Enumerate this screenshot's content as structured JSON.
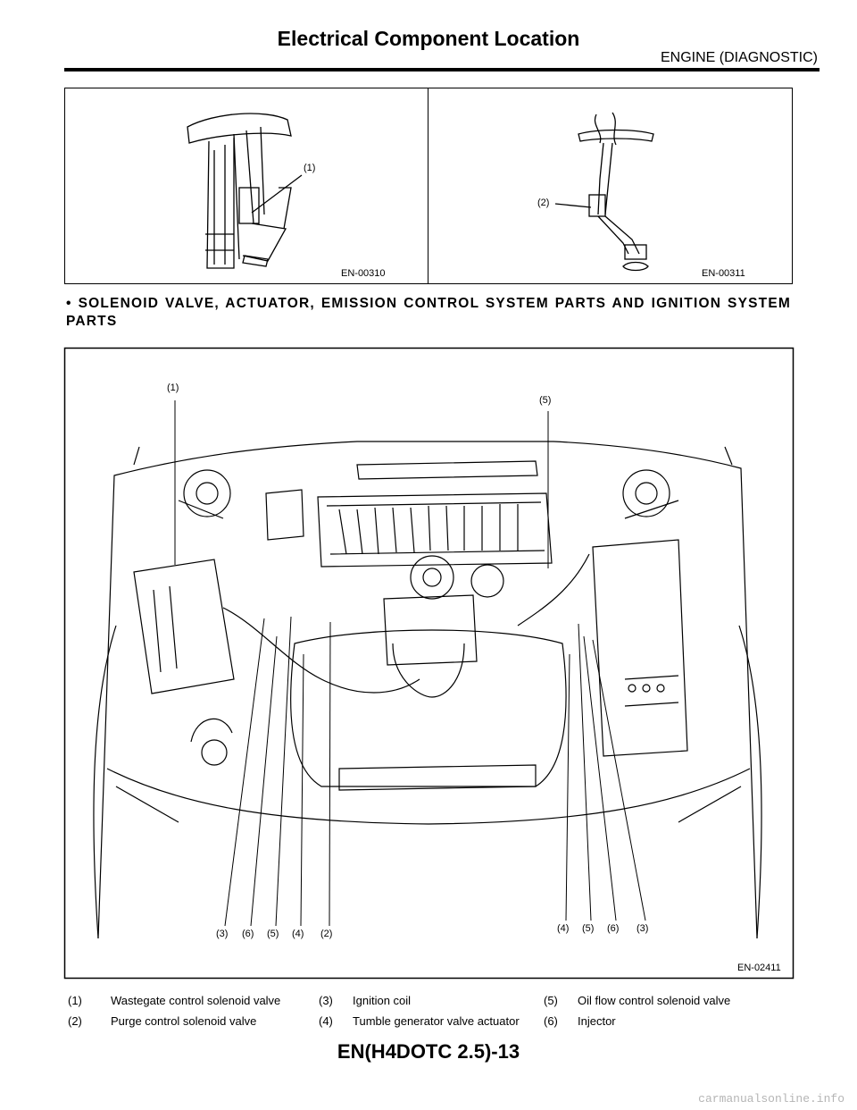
{
  "header": {
    "title": "Electrical Component Location",
    "section": "ENGINE (DIAGNOSTIC)"
  },
  "top_figures": [
    {
      "code": "EN-00310",
      "callout": "(1)"
    },
    {
      "code": "EN-00311",
      "callout": "(2)"
    }
  ],
  "section_heading": "• SOLENOID VALVE, ACTUATOR, EMISSION CONTROL SYSTEM PARTS AND IGNITION SYSTEM PARTS",
  "main_figure": {
    "code": "EN-02411",
    "top_callouts": [
      "(1)",
      "(5)"
    ],
    "bottom_left_callouts": [
      "(3)",
      "(6)",
      "(5)",
      "(4)",
      "(2)"
    ],
    "bottom_right_callouts": [
      "(4)",
      "(5)",
      "(6)",
      "(3)"
    ]
  },
  "legend": [
    {
      "num": "(1)",
      "label": "Wastegate control solenoid valve"
    },
    {
      "num": "(2)",
      "label": "Purge control solenoid valve"
    },
    {
      "num": "(3)",
      "label": "Ignition coil"
    },
    {
      "num": "(4)",
      "label": "Tumble generator valve actuator"
    },
    {
      "num": "(5)",
      "label": "Oil flow control solenoid valve"
    },
    {
      "num": "(6)",
      "label": "Injector"
    }
  ],
  "footer": "EN(H4DOTC 2.5)-13",
  "watermark": "carmanualsonline.info"
}
